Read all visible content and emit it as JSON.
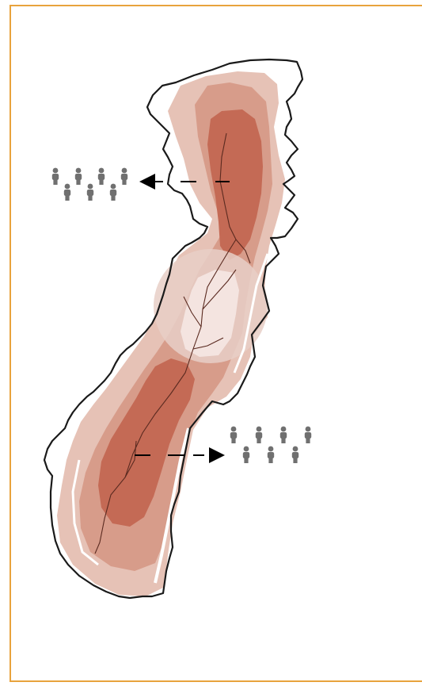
{
  "colors": {
    "frame": "#E8A33D",
    "outline": "#1a1a1a",
    "band_outer": "#E6C2B6",
    "band_mid": "#D79C8A",
    "band_inner": "#C46A55",
    "center_glow": "#F0DCD6",
    "center_core": "#F4E4E0",
    "river": "#5a2a20",
    "arrow": "#000000",
    "people": "#707070"
  },
  "icons": {
    "upper_group": "people-group-icon",
    "lower_group": "people-group-icon",
    "upper_arrow": "arrow-left-icon",
    "lower_arrow": "arrow-right-icon"
  },
  "migration": {
    "upper_direction": "outward-left",
    "lower_direction": "outward-right",
    "upper_people_count": 7,
    "lower_people_count": 7
  }
}
